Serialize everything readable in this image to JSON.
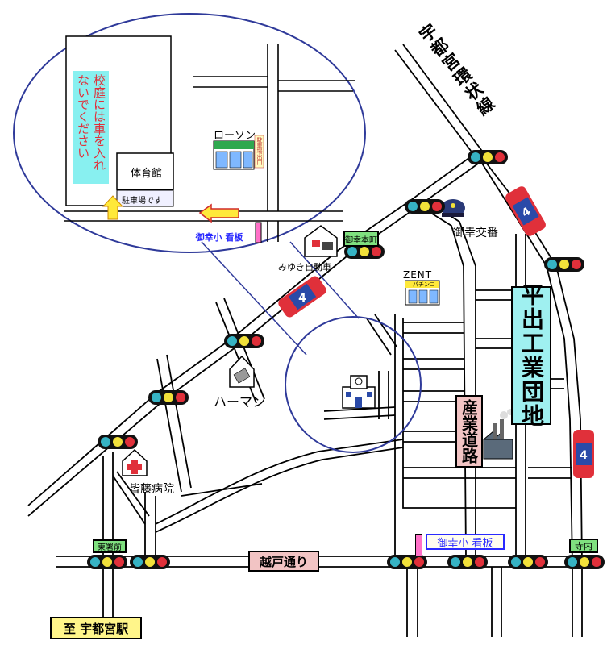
{
  "labels": {
    "expressway": "宇都宮環状線",
    "kotoban": "御幸交番",
    "mitsuhide_intersection": "御幸本町",
    "car_shop": "みゆき自動車",
    "zent": "ZENT",
    "zent_sign": "パチンコ",
    "industrial_park": "平出工業団地",
    "industrial_road": "産業道路",
    "harman": "ハーマン",
    "hospital": "皆藤病院",
    "east_police": "東署前",
    "koshido": "越戸通り",
    "school_sign_bottom": "御幸小 看板",
    "terauchi": "寺内",
    "to_station": "至 宇都宮駅",
    "route_number": "4"
  },
  "inset": {
    "lawson": "ローソン",
    "lawson_sign": "駐車場出口",
    "gym": "体育館",
    "parking": "駐車場です",
    "notice": "校庭には車を入れないでください",
    "school_sign": "御幸小 看板"
  },
  "colors": {
    "signal_teal": "#36b3c4",
    "signal_yellow": "#f2e13a",
    "signal_red": "#e0303a",
    "route_red": "#e0303a",
    "route_blue": "#2a4aa8",
    "label_green": "#7fe07f",
    "industrial_cyan": "#9ff0f0",
    "road_pink": "#f2c4c4",
    "notice_cyan": "#88f0f0",
    "school_sign_blue": "#2a2aff",
    "arrow_yellow": "#ffe93a",
    "circle_blue": "#2f3a9a"
  }
}
